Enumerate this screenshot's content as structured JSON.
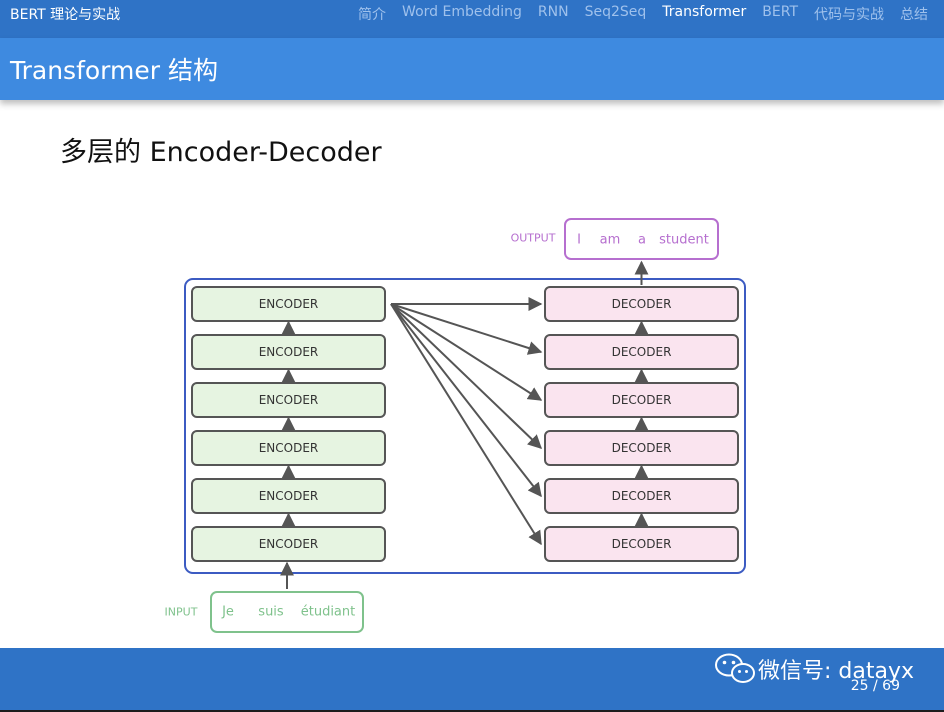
{
  "header": {
    "brand": "BERT 理论与实战",
    "nav": [
      "简介",
      "Word Embedding",
      "RNN",
      "Seq2Seq",
      "Transformer",
      "BERT",
      "代码与实战",
      "总结"
    ],
    "active_nav": "Transformer"
  },
  "slide": {
    "title": "Transformer 结构",
    "heading": "多层的 Encoder-Decoder"
  },
  "diagram": {
    "encoders": [
      "ENCODER",
      "ENCODER",
      "ENCODER",
      "ENCODER",
      "ENCODER",
      "ENCODER"
    ],
    "decoders": [
      "DECODER",
      "DECODER",
      "DECODER",
      "DECODER",
      "DECODER",
      "DECODER"
    ],
    "input_label": "INPUT",
    "input_tokens": [
      "Je",
      "suis",
      "étudiant"
    ],
    "output_label": "OUTPUT",
    "output_tokens": [
      "I",
      "am",
      "a",
      "student"
    ],
    "colors": {
      "encoder_fill": "#e6f4e1",
      "decoder_fill": "#fae4ef",
      "box_stroke": "#555555",
      "container_stroke": "#3c5bc2",
      "input_color": "#7fc28c",
      "output_color": "#b66fcf",
      "arrow": "#555555"
    }
  },
  "footer": {
    "watermark_icon": "wechat-icon",
    "watermark": "微信号: datayx",
    "page": "25 / 69"
  }
}
